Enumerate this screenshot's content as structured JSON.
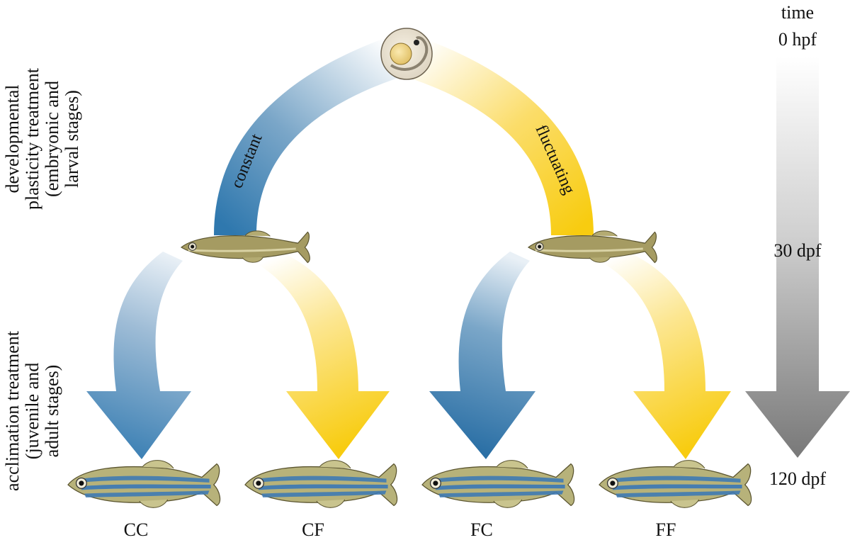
{
  "side_labels": {
    "developmental": [
      "developmental",
      "plasticity treatment",
      "(embryonic and",
      "larval stages)"
    ],
    "acclimation": [
      "acclimation treatment",
      "(juvenile and",
      "adult stages)"
    ]
  },
  "branch_labels": {
    "constant": "constant",
    "fluctuating": "fluctuating"
  },
  "time_axis": {
    "title": "time",
    "t0": "0 hpf",
    "t1": "30 dpf",
    "t2": "120 dpf"
  },
  "groups": [
    "CC",
    "CF",
    "FC",
    "FF"
  ],
  "colors": {
    "blue": "#2f78ae",
    "yellow": "#f8cc10",
    "grey_dark": "#7a7a7a",
    "body": "#a89f5e",
    "stripe": "#4a7fa8"
  }
}
